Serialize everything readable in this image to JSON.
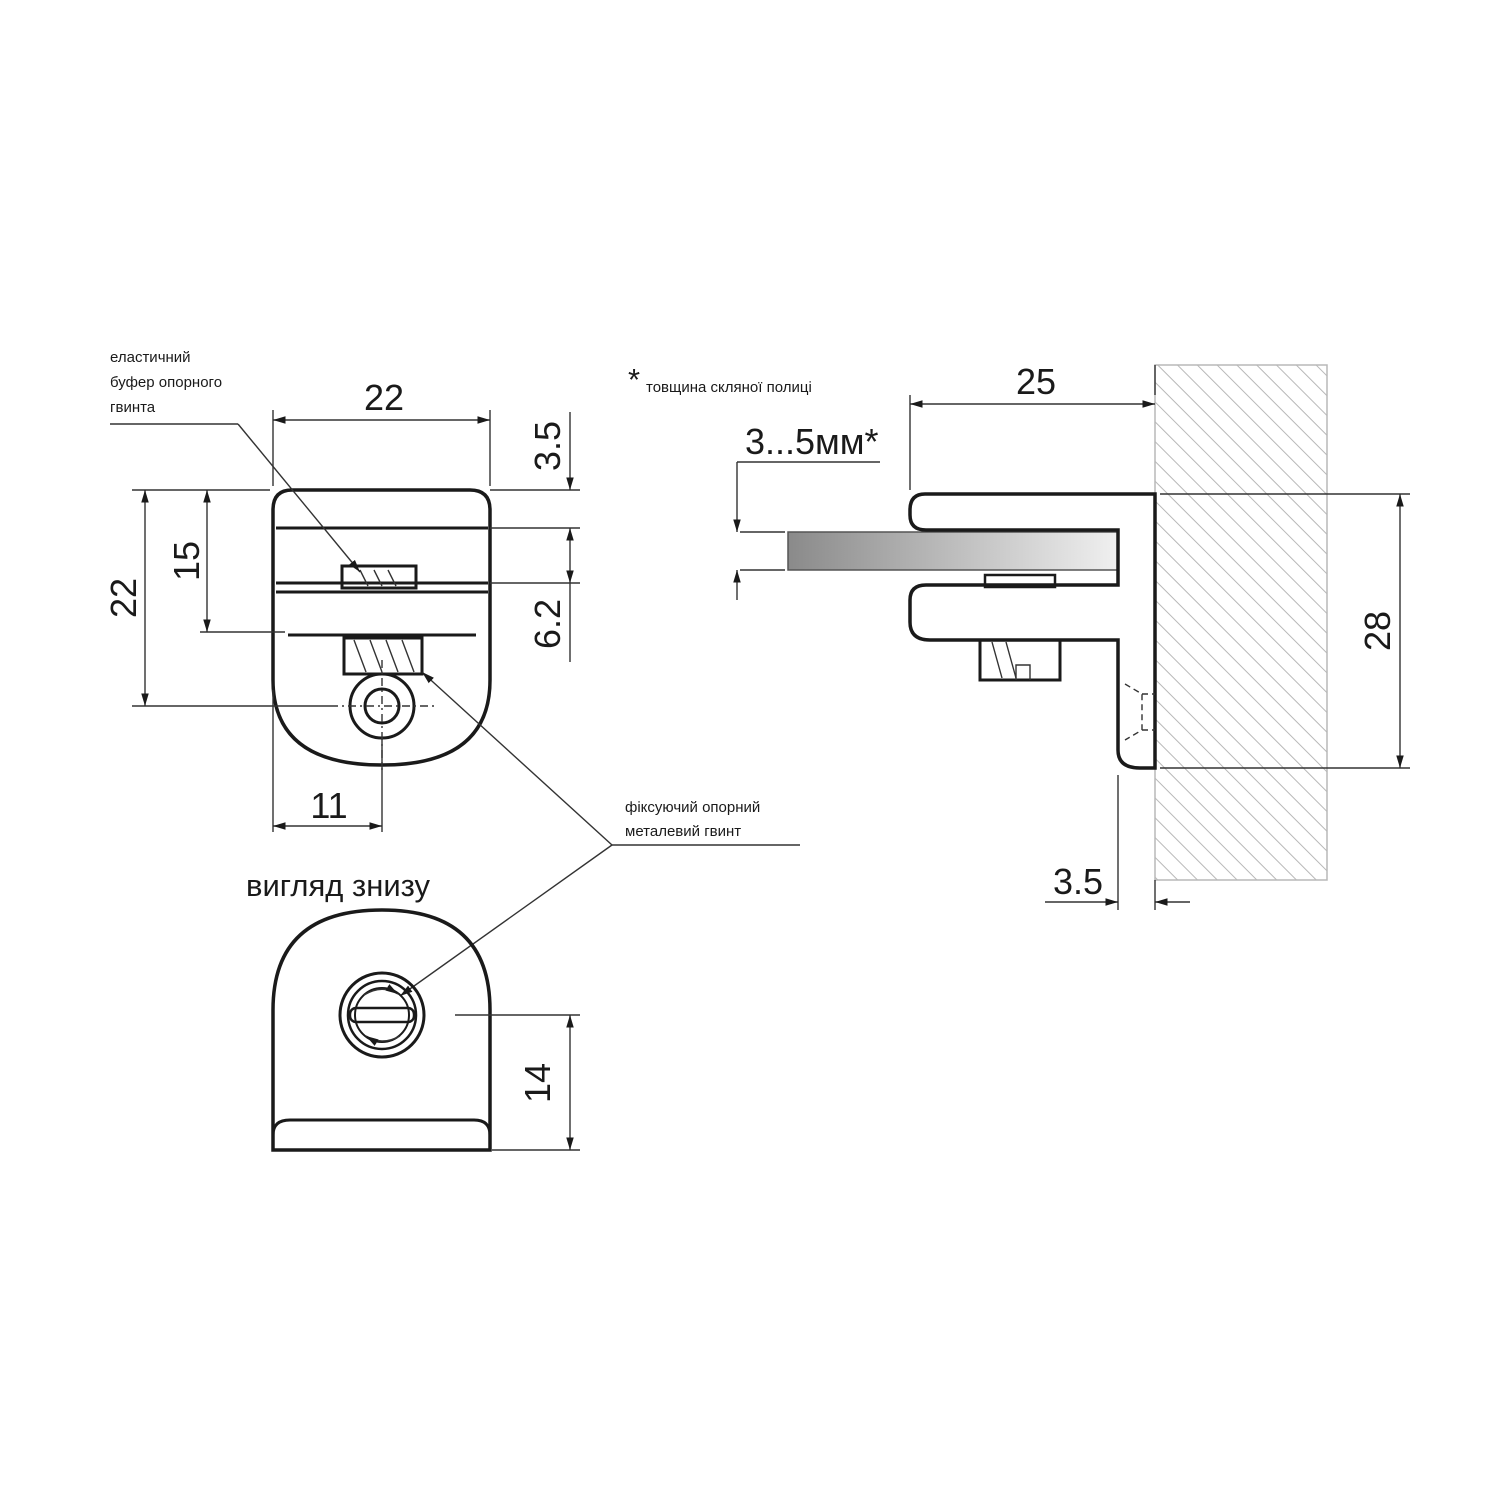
{
  "front_view": {
    "dim_width": "22",
    "dim_height": "22",
    "dim_inner": "15",
    "dim_top": "3.5",
    "dim_middle": "6.2",
    "dim_offset": "11"
  },
  "labels": {
    "buffer_line1": "еластичний",
    "buffer_line2": "буфер опорного",
    "buffer_line3": "гвинта",
    "screw_line1": "фіксуючий опорний",
    "screw_line2": "металевий гвинт",
    "glass_asterisk": "*",
    "glass_note": "товщина скляної полиці"
  },
  "side_view": {
    "dim_depth": "25",
    "dim_glass": "3...5мм*",
    "dim_height": "28",
    "dim_base": "3.5"
  },
  "bottom_view": {
    "title": "вигляд знизу",
    "dim_depth": "14"
  },
  "colors": {
    "line": "#1a1a1a",
    "hatch": "#b8b8b8",
    "glass_dark": "#8a8a8a",
    "glass_light": "#f0f0f0"
  }
}
